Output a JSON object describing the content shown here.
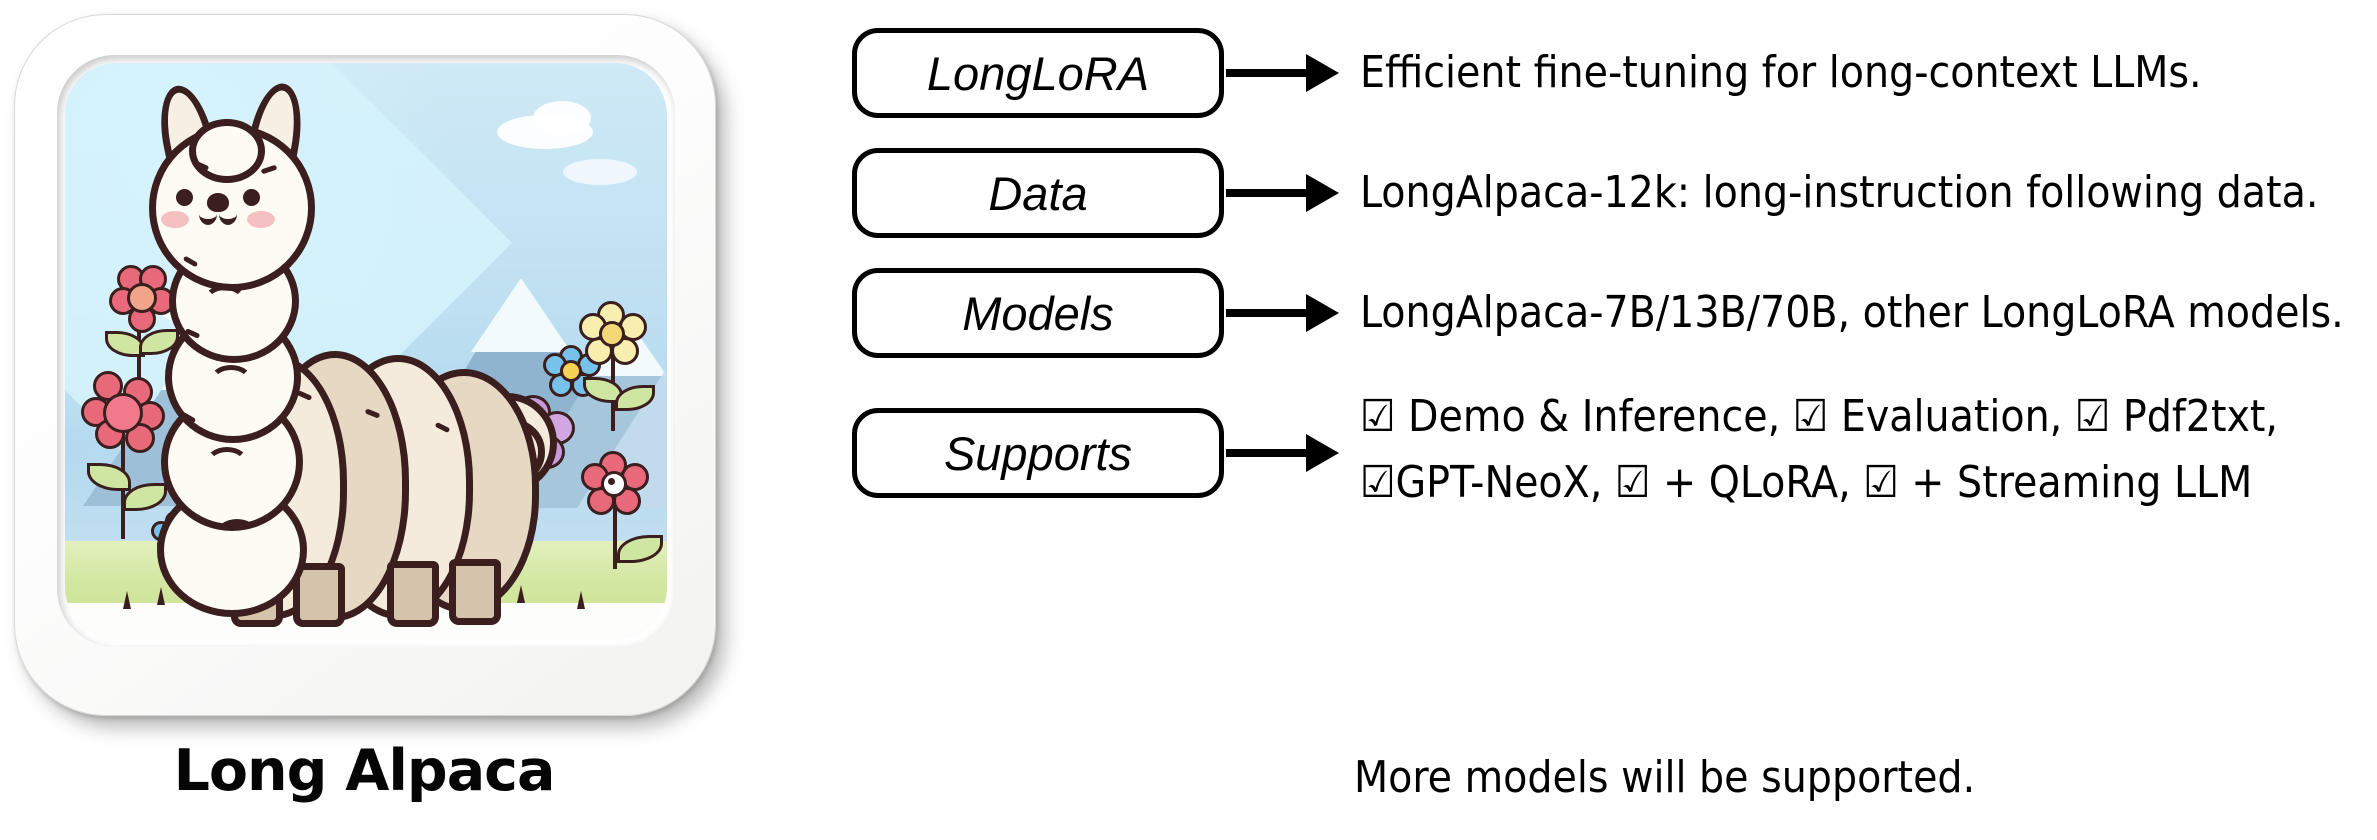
{
  "logo": {
    "caption": "Long Alpaca",
    "alt_subject": "cartoon-long-alpaca-illustration",
    "palette": {
      "sky": "#bfe0f2",
      "sky_light": "#d6f3fb",
      "mountain": "#8fb4cf",
      "mountain_dark": "#7ea4c2",
      "snow": "#f3fafd",
      "grass": "#d5e8a4",
      "outline": "#3a1f1e",
      "wool_light": "#fdfbf4",
      "wool_tan": "#e7d8c4",
      "cheek": "#f3b9bd",
      "flower_red": "#e8697a",
      "flower_pink": "#f0a6c0",
      "flower_blue": "#76c2ea",
      "flower_yellow": "#f6e9a8",
      "flower_purple": "#c79ad8"
    }
  },
  "flow": {
    "rows": [
      {
        "label": "LongLoRA",
        "arrow": "right-arrow",
        "description": "Efficient fine-tuning for long-context LLMs.",
        "lines": [
          "Efficient fine-tuning for long-context LLMs."
        ]
      },
      {
        "label": "Data",
        "arrow": "right-arrow",
        "description": "LongAlpaca-12k: long-instruction following data.",
        "lines": [
          "LongAlpaca-12k: long-instruction following data."
        ]
      },
      {
        "label": "Models",
        "arrow": "right-arrow",
        "description": "LongAlpaca-7B/13B/70B, other LongLoRA models.",
        "lines": [
          "LongAlpaca-7B/13B/70B, other LongLoRA models."
        ]
      },
      {
        "label": "Supports",
        "arrow": "right-arrow",
        "description": "☑ Demo & Inference, ☑ Evaluation, ☑ Pdf2txt, ☑GPT-NeoX, ☑ + QLoRA, ☑ + Streaming LLM",
        "lines": [
          "☑ Demo & Inference, ☑ Evaluation, ☑ Pdf2txt,",
          "☑GPT-NeoX, ☑ + QLoRA, ☑ + Streaming LLM"
        ]
      }
    ],
    "supports_items": [
      "Demo & Inference",
      "Evaluation",
      "Pdf2txt",
      "GPT-NeoX",
      "+ QLoRA",
      "+ Streaming LLM"
    ],
    "checkbox_glyph": "☑",
    "footer_note": "More models will be supported."
  }
}
